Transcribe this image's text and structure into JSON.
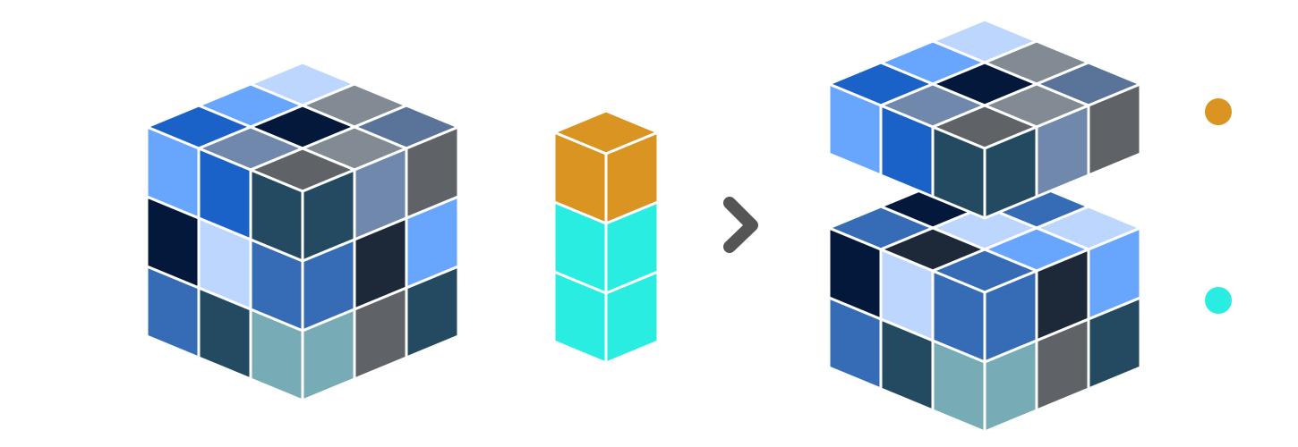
{
  "palette": {
    "pale_blue": "#bcd6fe",
    "grey": "#828a94",
    "slate": "#5a7399",
    "sky": "#68a6fd",
    "navy": "#03183a",
    "royal": "#1b62c8",
    "steel": "#6f88ab",
    "dark_grey": "#5f6266",
    "mid_blue": "#356cb5",
    "teal_dark": "#234a61",
    "ink": "#1d2838",
    "aqua_grey": "#77abb6",
    "orange": "#d99421",
    "cyan": "#28ede0",
    "arrow": "#555555",
    "stroke": "#ffffff"
  },
  "cube_before": {
    "top": [
      "pale_blue",
      "grey",
      "slate",
      "sky",
      "navy",
      "grey",
      "royal",
      "steel",
      "dark_grey"
    ],
    "left": [
      "sky",
      "royal",
      "teal_dark",
      "navy",
      "pale_blue",
      "mid_blue",
      "mid_blue",
      "teal_dark",
      "aqua_grey"
    ],
    "right": [
      "teal_dark",
      "steel",
      "dark_grey",
      "mid_blue",
      "ink",
      "sky",
      "aqua_grey",
      "dark_grey",
      "teal_dark"
    ]
  },
  "column": {
    "top": "orange",
    "right_faces": [
      "orange",
      "cyan",
      "cyan"
    ],
    "left_faces": [
      "orange",
      "cyan",
      "cyan"
    ]
  },
  "cube_after_top_layer": {
    "top": [
      "pale_blue",
      "grey",
      "slate",
      "sky",
      "navy",
      "grey",
      "royal",
      "steel",
      "dark_grey"
    ],
    "left": [
      "sky",
      "royal",
      "teal_dark"
    ],
    "right": [
      "teal_dark",
      "steel",
      "dark_grey"
    ]
  },
  "cube_after_bottom": {
    "top": [
      "grey",
      "mid_blue",
      "pale_blue",
      "navy",
      "pale_blue",
      "sky",
      "mid_blue",
      "ink",
      "mid_blue"
    ],
    "left": [
      "navy",
      "pale_blue",
      "mid_blue",
      "mid_blue",
      "teal_dark",
      "aqua_grey"
    ],
    "right": [
      "mid_blue",
      "ink",
      "sky",
      "aqua_grey",
      "dark_grey",
      "teal_dark"
    ]
  },
  "legend": [
    {
      "color": "orange"
    },
    {
      "color": "cyan"
    }
  ]
}
